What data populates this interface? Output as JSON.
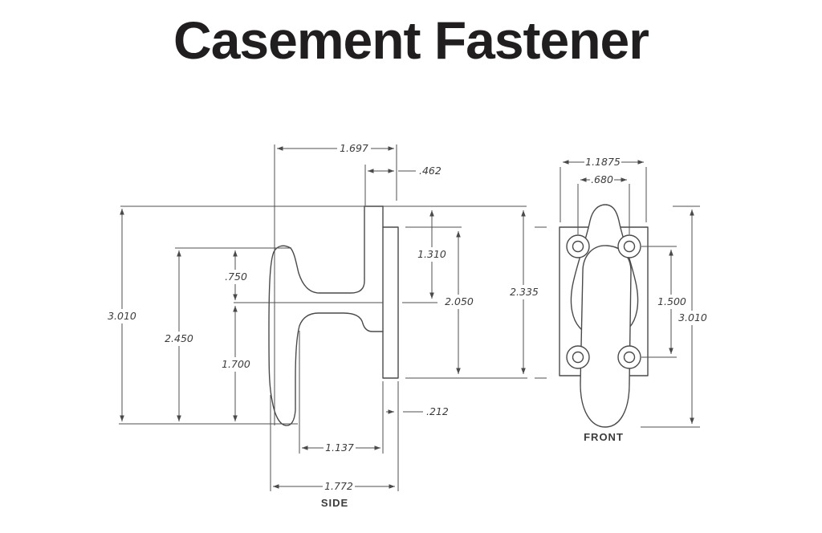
{
  "title": "Casement Fastener",
  "colors": {
    "background": "#ffffff",
    "line": "#4a4a4a",
    "dimension_text": "#3c3c3c",
    "title_text": "#211e1f"
  },
  "side": {
    "label": "SIDE",
    "dims": {
      "overall_width": "1.697",
      "boss_offset": ".462",
      "overall_height": "3.010",
      "handle_height": "2.450",
      "handle_top_to_center": ".750",
      "center_to_bottom": "1.700",
      "top_to_center": "1.310",
      "plate_height": "2.050",
      "top_to_plate_bottom": "2.335",
      "handle_to_plate": "1.137",
      "overall_depth": "1.772",
      "plate_thickness": ".212"
    }
  },
  "front": {
    "label": "FRONT",
    "dims": {
      "plate_width": "1.1875",
      "hole_spacing_horizontal": ".680",
      "hole_spacing_vertical": "1.500",
      "overall_height": "3.010"
    }
  }
}
